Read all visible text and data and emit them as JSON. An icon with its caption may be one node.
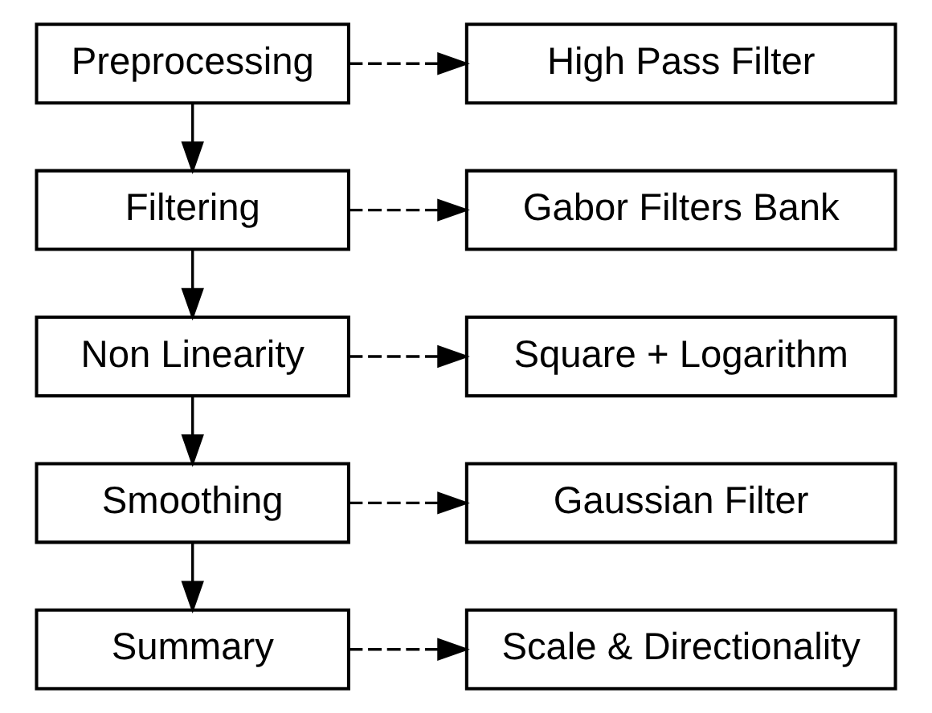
{
  "diagram": {
    "nodes": [
      {
        "text": [
          "Preprocessing"
        ]
      },
      {
        "text": [
          "High Pass Filter"
        ]
      },
      {
        "text": [
          "Filtering"
        ]
      },
      {
        "text": [
          "Gabor Filters Bank"
        ]
      },
      {
        "text": [
          "Non Linearity"
        ]
      },
      {
        "text": [
          "Square + Logarithm"
        ]
      },
      {
        "text": [
          "Smoothing"
        ]
      },
      {
        "text": [
          "Gaussian Filter"
        ]
      },
      {
        "text": [
          "Summary"
        ]
      },
      {
        "text": [
          "Scale & Directionality"
        ]
      }
    ],
    "edges": [
      {
        "from": 0,
        "to": 1,
        "arrow": "to",
        "style": "dashed"
      },
      {
        "from": 0,
        "to": 2,
        "arrow": "to"
      },
      {
        "from": 2,
        "to": 3,
        "arrow": "to",
        "style": "dashed"
      },
      {
        "from": 2,
        "to": 4,
        "arrow": "to"
      },
      {
        "from": 4,
        "to": 5,
        "arrow": "to",
        "style": "dashed"
      },
      {
        "from": 4,
        "to": 6,
        "arrow": "to"
      },
      {
        "from": 6,
        "to": 7,
        "arrow": "to",
        "style": "dashed"
      },
      {
        "from": 6,
        "to": 8,
        "arrow": "to"
      },
      {
        "from": 8,
        "to": 9,
        "arrow": "to",
        "style": "dashed"
      }
    ]
  }
}
